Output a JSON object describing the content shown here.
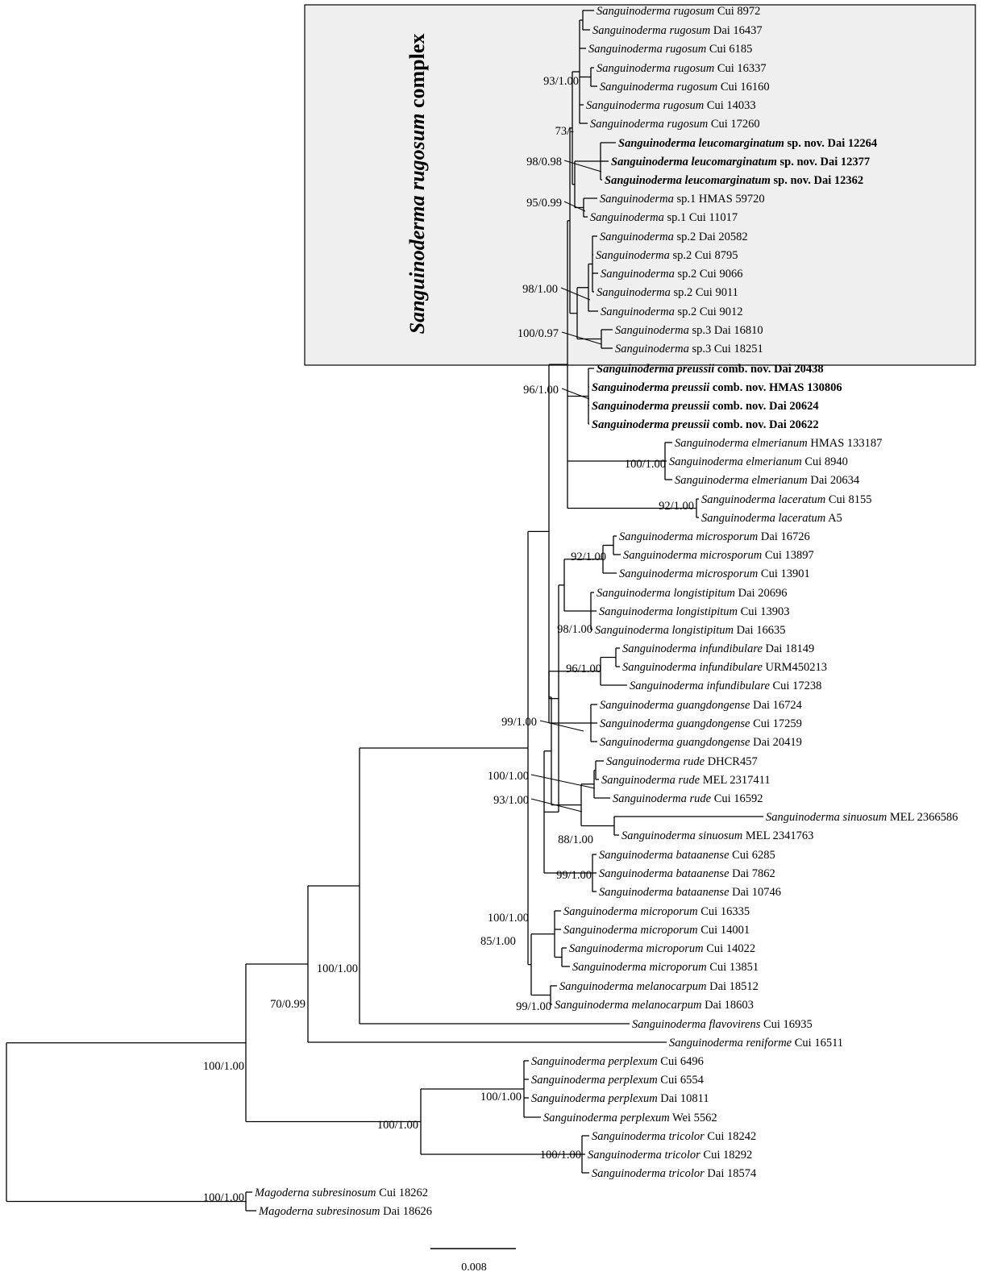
{
  "box": {
    "title_italic": "Sanguinoderma rugosum",
    "title_plain": " complex",
    "fill": "#efefef"
  },
  "scale_bar": {
    "label": "0.008"
  },
  "tips": [
    {
      "genus": "Sanguinoderma",
      "epithet": "rugosum",
      "suffix": "",
      "voucher": "Cui 8972",
      "bold": false
    },
    {
      "genus": "Sanguinoderma",
      "epithet": "rugosum",
      "suffix": "",
      "voucher": "Dai 16437",
      "bold": false
    },
    {
      "genus": "Sanguinoderma",
      "epithet": "rugosum",
      "suffix": "",
      "voucher": "Cui 6185",
      "bold": false
    },
    {
      "genus": "Sanguinoderma",
      "epithet": "rugosum",
      "suffix": "",
      "voucher": "Cui 16337",
      "bold": false
    },
    {
      "genus": "Sanguinoderma",
      "epithet": "rugosum",
      "suffix": "",
      "voucher": "Cui 16160",
      "bold": false
    },
    {
      "genus": "Sanguinoderma",
      "epithet": "rugosum",
      "suffix": "",
      "voucher": "Cui 14033",
      "bold": false
    },
    {
      "genus": "Sanguinoderma",
      "epithet": "rugosum",
      "suffix": "",
      "voucher": "Cui 17260",
      "bold": false
    },
    {
      "genus": "Sanguinoderma",
      "epithet": "leucomarginatum",
      "suffix": "sp. nov.",
      "voucher": "Dai 12264",
      "bold": true
    },
    {
      "genus": "Sanguinoderma",
      "epithet": "leucomarginatum",
      "suffix": "sp. nov.",
      "voucher": "Dai 12377",
      "bold": true
    },
    {
      "genus": "Sanguinoderma",
      "epithet": "leucomarginatum",
      "suffix": "sp. nov.",
      "voucher": "Dai 12362",
      "bold": true
    },
    {
      "genus": "Sanguinoderma",
      "epithet": "",
      "suffix": "sp.1",
      "voucher": "HMAS 59720",
      "bold": false
    },
    {
      "genus": "Sanguinoderma",
      "epithet": "",
      "suffix": "sp.1",
      "voucher": "Cui 11017",
      "bold": false
    },
    {
      "genus": "Sanguinoderma",
      "epithet": "",
      "suffix": "sp.2",
      "voucher": "Dai 20582",
      "bold": false
    },
    {
      "genus": "Sanguinoderma",
      "epithet": "",
      "suffix": "sp.2",
      "voucher": "Cui 8795",
      "bold": false
    },
    {
      "genus": "Sanguinoderma",
      "epithet": "",
      "suffix": "sp.2",
      "voucher": "Cui 9066",
      "bold": false
    },
    {
      "genus": "Sanguinoderma",
      "epithet": "",
      "suffix": "sp.2",
      "voucher": "Cui 9011",
      "bold": false
    },
    {
      "genus": "Sanguinoderma",
      "epithet": "",
      "suffix": "sp.2",
      "voucher": "Cui 9012",
      "bold": false
    },
    {
      "genus": "Sanguinoderma",
      "epithet": "",
      "suffix": "sp.3",
      "voucher": "Dai 16810",
      "bold": false
    },
    {
      "genus": "Sanguinoderma",
      "epithet": "",
      "suffix": "sp.3",
      "voucher": "Cui 18251",
      "bold": false
    },
    {
      "genus": "Sanguinoderma",
      "epithet": "preussii",
      "suffix": "comb. nov.",
      "voucher": "Dai 20438",
      "bold": true
    },
    {
      "genus": "Sanguinoderma",
      "epithet": "preussii",
      "suffix": "comb. nov.",
      "voucher": "HMAS 130806",
      "bold": true
    },
    {
      "genus": "Sanguinoderma",
      "epithet": "preussii",
      "suffix": "comb. nov.",
      "voucher": "Dai 20624",
      "bold": true
    },
    {
      "genus": "Sanguinoderma",
      "epithet": "preussii",
      "suffix": "comb. nov.",
      "voucher": "Dai 20622",
      "bold": true
    },
    {
      "genus": "Sanguinoderma",
      "epithet": "elmerianum",
      "suffix": "",
      "voucher": "HMAS 133187",
      "bold": false
    },
    {
      "genus": "Sanguinoderma",
      "epithet": "elmerianum",
      "suffix": "",
      "voucher": "Cui 8940",
      "bold": false
    },
    {
      "genus": "Sanguinoderma",
      "epithet": "elmerianum",
      "suffix": "",
      "voucher": "Dai 20634",
      "bold": false
    },
    {
      "genus": "Sanguinoderma",
      "epithet": "laceratum",
      "suffix": "",
      "voucher": "Cui 8155",
      "bold": false
    },
    {
      "genus": "Sanguinoderma",
      "epithet": "laceratum",
      "suffix": "",
      "voucher": "A5",
      "bold": false
    },
    {
      "genus": "Sanguinoderma",
      "epithet": "microsporum",
      "suffix": "",
      "voucher": "Dai 16726",
      "bold": false
    },
    {
      "genus": "Sanguinoderma",
      "epithet": "microsporum",
      "suffix": "",
      "voucher": "Cui 13897",
      "bold": false
    },
    {
      "genus": "Sanguinoderma",
      "epithet": "microsporum",
      "suffix": "",
      "voucher": "Cui 13901",
      "bold": false
    },
    {
      "genus": "Sanguinoderma",
      "epithet": "longistipitum",
      "suffix": "",
      "voucher": "Dai 20696",
      "bold": false
    },
    {
      "genus": "Sanguinoderma",
      "epithet": "longistipitum",
      "suffix": "",
      "voucher": "Cui 13903",
      "bold": false
    },
    {
      "genus": "Sanguinoderma",
      "epithet": "longistipitum",
      "suffix": "",
      "voucher": "Dai 16635",
      "bold": false
    },
    {
      "genus": "Sanguinoderma",
      "epithet": "infundibulare",
      "suffix": "",
      "voucher": "Dai 18149",
      "bold": false
    },
    {
      "genus": "Sanguinoderma",
      "epithet": "infundibulare",
      "suffix": "",
      "voucher": "URM450213",
      "bold": false
    },
    {
      "genus": "Sanguinoderma",
      "epithet": "infundibulare",
      "suffix": "",
      "voucher": "Cui 17238",
      "bold": false
    },
    {
      "genus": "Sanguinoderma",
      "epithet": "guangdongense",
      "suffix": "",
      "voucher": "Dai 16724",
      "bold": false
    },
    {
      "genus": "Sanguinoderma",
      "epithet": "guangdongense",
      "suffix": "",
      "voucher": "Cui 17259",
      "bold": false
    },
    {
      "genus": "Sanguinoderma",
      "epithet": "guangdongense",
      "suffix": "",
      "voucher": "Dai 20419",
      "bold": false
    },
    {
      "genus": "Sanguinoderma",
      "epithet": "rude",
      "suffix": "",
      "voucher": "DHCR457",
      "bold": false
    },
    {
      "genus": "Sanguinoderma",
      "epithet": "rude",
      "suffix": "",
      "voucher": "MEL 2317411",
      "bold": false
    },
    {
      "genus": "Sanguinoderma",
      "epithet": "rude",
      "suffix": "",
      "voucher": "Cui 16592",
      "bold": false
    },
    {
      "genus": "Sanguinoderma",
      "epithet": "sinuosum",
      "suffix": "",
      "voucher": "MEL 2366586",
      "bold": false
    },
    {
      "genus": "Sanguinoderma",
      "epithet": "sinuosum",
      "suffix": "",
      "voucher": "MEL 2341763",
      "bold": false
    },
    {
      "genus": "Sanguinoderma",
      "epithet": "bataanense",
      "suffix": "",
      "voucher": "Cui 6285",
      "bold": false
    },
    {
      "genus": "Sanguinoderma",
      "epithet": "bataanense",
      "suffix": "",
      "voucher": "Dai 7862",
      "bold": false
    },
    {
      "genus": "Sanguinoderma",
      "epithet": "bataanense",
      "suffix": "",
      "voucher": "Dai 10746",
      "bold": false
    },
    {
      "genus": "Sanguinoderma",
      "epithet": "microporum",
      "suffix": "",
      "voucher": "Cui 16335",
      "bold": false
    },
    {
      "genus": "Sanguinoderma",
      "epithet": "microporum",
      "suffix": "",
      "voucher": "Cui 14001",
      "bold": false
    },
    {
      "genus": "Sanguinoderma",
      "epithet": "microporum",
      "suffix": "",
      "voucher": "Cui 14022",
      "bold": false
    },
    {
      "genus": "Sanguinoderma",
      "epithet": "microporum",
      "suffix": "",
      "voucher": "Cui 13851",
      "bold": false
    },
    {
      "genus": "Sanguinoderma",
      "epithet": "melanocarpum",
      "suffix": "",
      "voucher": "Dai 18512",
      "bold": false
    },
    {
      "genus": "Sanguinoderma",
      "epithet": "melanocarpum",
      "suffix": "",
      "voucher": "Dai 18603",
      "bold": false
    },
    {
      "genus": "Sanguinoderma",
      "epithet": "flavovirens",
      "suffix": "",
      "voucher": "Cui 16935",
      "bold": false
    },
    {
      "genus": "Sanguinoderma",
      "epithet": "reniforme",
      "suffix": "",
      "voucher": "Cui 16511",
      "bold": false
    },
    {
      "genus": "Sanguinoderma",
      "epithet": "perplexum",
      "suffix": "",
      "voucher": "Cui 6496",
      "bold": false
    },
    {
      "genus": "Sanguinoderma",
      "epithet": "perplexum",
      "suffix": "",
      "voucher": "Cui 6554",
      "bold": false
    },
    {
      "genus": "Sanguinoderma",
      "epithet": "perplexum",
      "suffix": "",
      "voucher": "Dai 10811",
      "bold": false
    },
    {
      "genus": "Sanguinoderma",
      "epithet": "perplexum",
      "suffix": "",
      "voucher": "Wei 5562",
      "bold": false
    },
    {
      "genus": "Sanguinoderma",
      "epithet": "tricolor",
      "suffix": "",
      "voucher": "Cui 18242",
      "bold": false
    },
    {
      "genus": "Sanguinoderma",
      "epithet": "tricolor",
      "suffix": "",
      "voucher": "Cui 18292",
      "bold": false
    },
    {
      "genus": "Sanguinoderma",
      "epithet": "tricolor",
      "suffix": "",
      "voucher": "Dai 18574",
      "bold": false
    },
    {
      "genus": "Magoderna",
      "epithet": "subresinosum",
      "suffix": "",
      "voucher": "Cui 18262",
      "bold": false
    },
    {
      "genus": "Magoderna",
      "epithet": "subresinosum",
      "suffix": "",
      "voucher": "Dai 18626",
      "bold": false
    }
  ],
  "support_labels": [
    "93/1.00",
    "73/-",
    "98/0.98",
    "95/0.99",
    "98/1.00",
    "100/0.97",
    "96/1.00",
    "100/1.00",
    "92/1.00",
    "92/1.00",
    "98/1.00",
    "96/1.00",
    "99/1.00",
    "100/1.00",
    "93/1.00",
    "88/1.00",
    "99/1.00",
    "100/1.00",
    "85/1.00",
    "99/1.00",
    "100/1.00",
    "70/0.99",
    "100/1.00",
    "100/1.00",
    "100/1.00",
    "100/1.00",
    "100/1.00"
  ]
}
